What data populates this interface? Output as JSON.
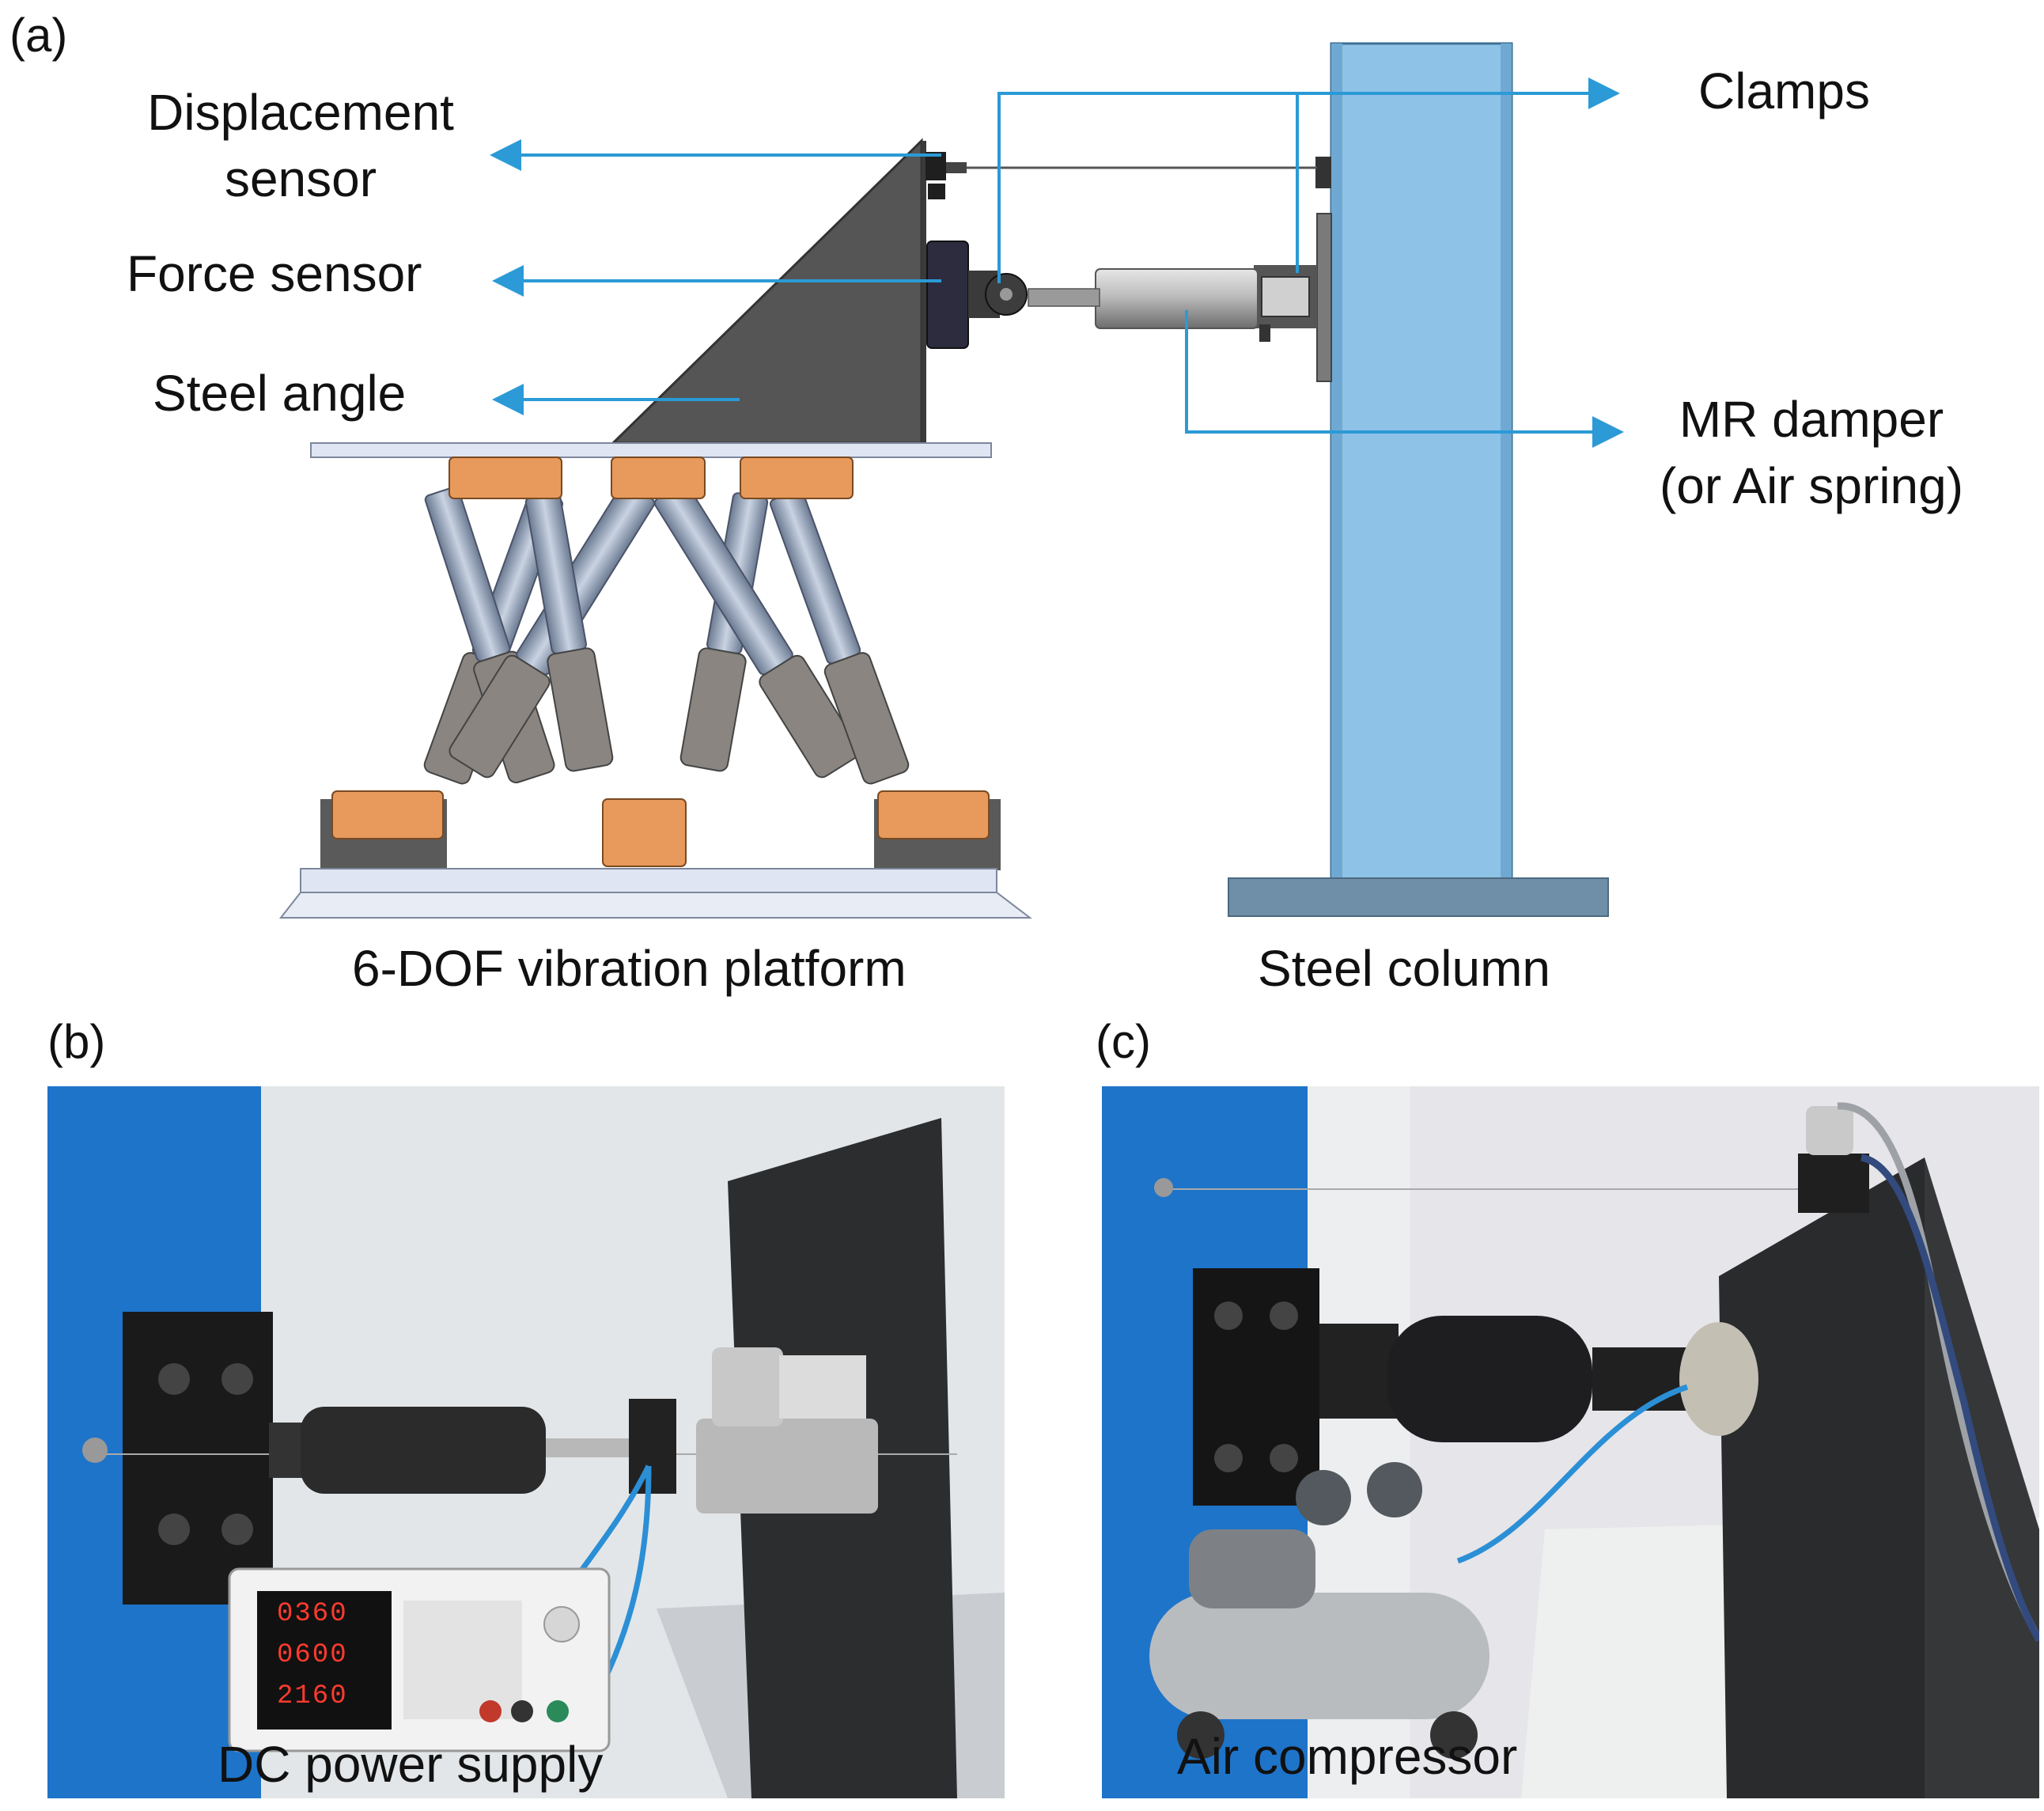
{
  "panels": {
    "a": {
      "letter": "(a)"
    },
    "b": {
      "letter": "(b)"
    },
    "c": {
      "letter": "(c)"
    }
  },
  "labels": {
    "displacement_sensor_line1": "Displacement",
    "displacement_sensor_line2": "sensor",
    "force_sensor": "Force sensor",
    "steel_angle": "Steel angle",
    "clamps": "Clamps",
    "mr_damper_line1": "MR damper",
    "mr_damper_line2": "(or Air spring)",
    "platform": "6-DOF vibration platform",
    "steel_column": "Steel column",
    "dc_power_supply": "DC power supply",
    "air_compressor": "Air compressor"
  },
  "psu_display": {
    "voltage": "0360",
    "current": "0600",
    "power": "2160"
  },
  "colors": {
    "arrow": "#2b9ad6",
    "column": "#8ec2e6",
    "column_base": "#6f8fa8",
    "steel_angle": "#555555",
    "actuator_orange": "#e79a5c",
    "actuator_grey": "#8a8a8a",
    "wall_blue": "#1e74c9"
  }
}
